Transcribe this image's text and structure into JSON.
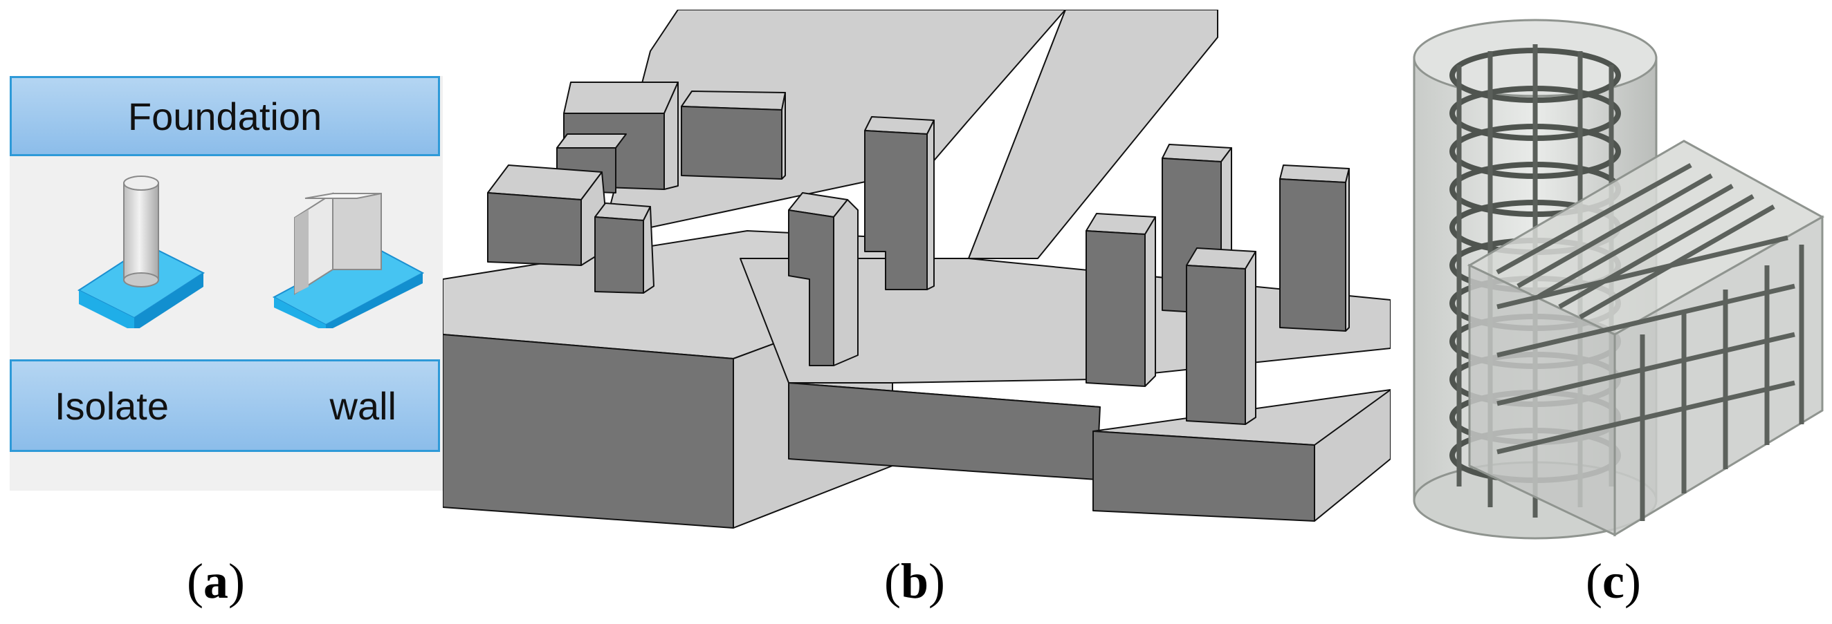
{
  "panel_a": {
    "title": "Foundation",
    "types": [
      "Isolate",
      "wall"
    ],
    "icons": [
      "isolated-footing-icon",
      "wall-footing-icon"
    ],
    "accent": "#2e9ad8",
    "caption_label": "a"
  },
  "panel_b": {
    "caption_label": "b"
  },
  "panel_c": {
    "caption_label": "c"
  },
  "colors": {
    "concrete_top": "#cfcfcf",
    "concrete_side": "#767676",
    "rebar": "#5a5f5a",
    "cyan": "#1fb0ea"
  }
}
